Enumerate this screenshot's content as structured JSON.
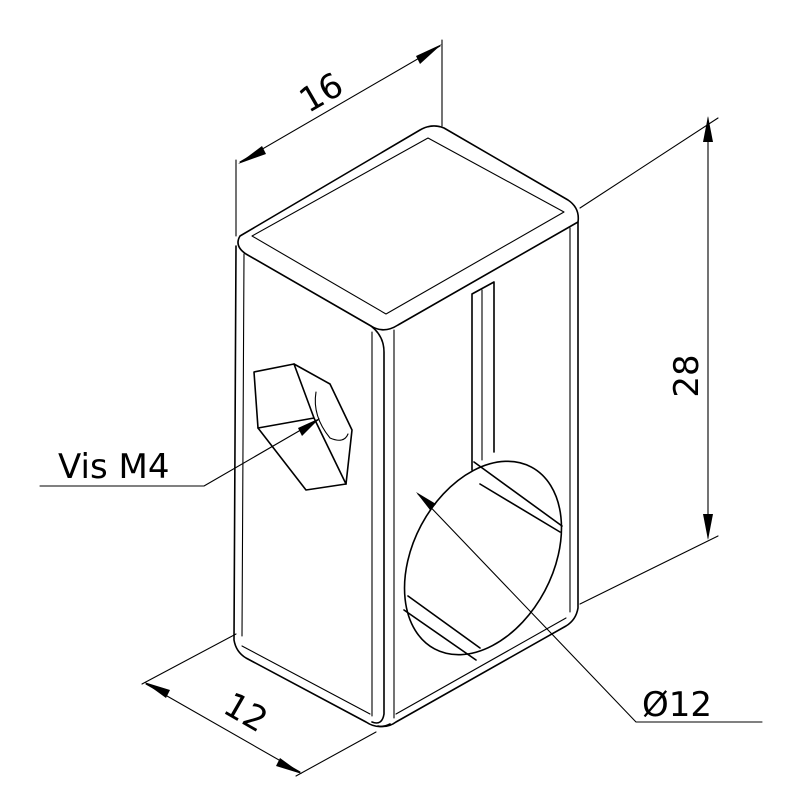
{
  "dimensions": {
    "width": "16",
    "depth": "12",
    "height": "28",
    "hole_diameter": "Ø12"
  },
  "callouts": {
    "screw": "Vis M4"
  },
  "colors": {
    "line": "#000000",
    "background": "#ffffff"
  }
}
